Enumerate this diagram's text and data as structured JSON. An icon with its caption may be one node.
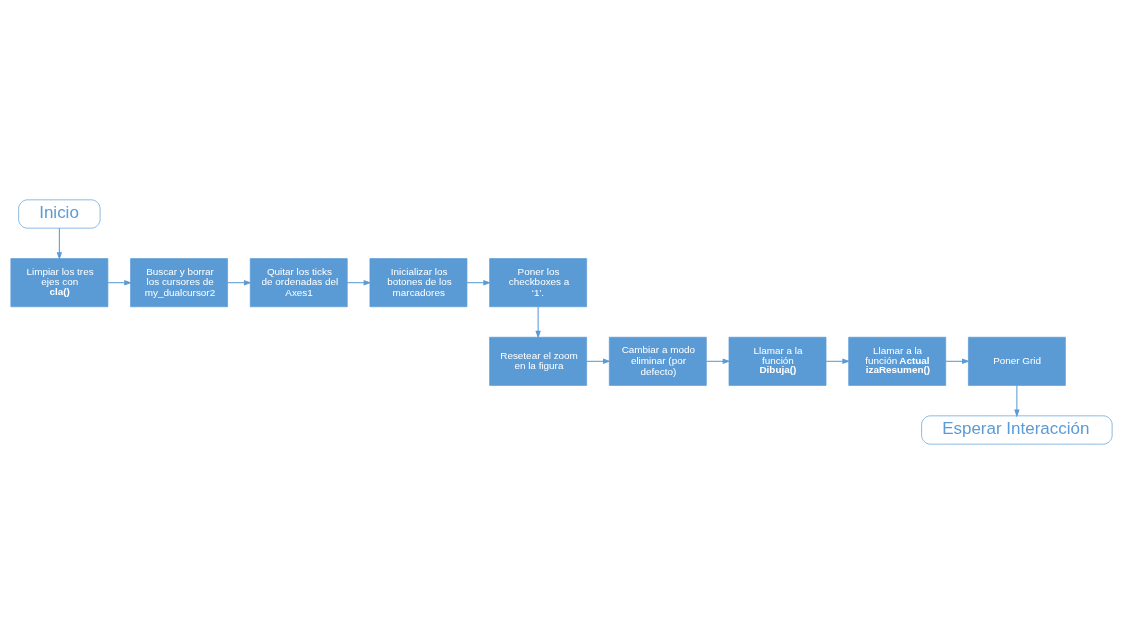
{
  "diagram": {
    "nodes": [
      {
        "text": [
          "Inicio"
        ]
      },
      {
        "text": [
          "Limpiar los tres ejes con **cla()**"
        ]
      },
      {
        "text": [
          "Buscar y borrar los cursores de my_dualcursor2"
        ]
      },
      {
        "text": [
          "Quitar los ticks de ordenadas del Axes1"
        ]
      },
      {
        "text": [
          "Inicializar los botones de los marcadores"
        ]
      },
      {
        "text": [
          "Poner los checkboxes a ‘1'."
        ]
      },
      {
        "text": [
          "Resetear el zoom en la figura"
        ]
      },
      {
        "text": [
          "Cambiar a modo eliminar (por defecto)"
        ]
      },
      {
        "text": [
          "Llamar a la función **Dibuja()**"
        ]
      },
      {
        "text": [
          "Llamar a la función **ActualizaResumen()**"
        ]
      },
      {
        "text": [
          "Poner Grid"
        ]
      },
      {
        "text": [
          "Esperar Interacción"
        ]
      }
    ],
    "edges": [
      {
        "from": 0,
        "to": 1,
        "arrow": "to"
      },
      {
        "from": 1,
        "to": 2,
        "arrow": "to"
      },
      {
        "from": 2,
        "to": 3,
        "arrow": "to"
      },
      {
        "from": 3,
        "to": 4,
        "arrow": "to"
      },
      {
        "from": 4,
        "to": 5,
        "arrow": "to"
      },
      {
        "from": 5,
        "to": 6,
        "arrow": "to"
      },
      {
        "from": 6,
        "to": 7,
        "arrow": "to"
      },
      {
        "from": 7,
        "to": 8,
        "arrow": "to"
      },
      {
        "from": 8,
        "to": 9,
        "arrow": "to"
      },
      {
        "from": 9,
        "to": 10,
        "arrow": "to"
      },
      {
        "from": 10,
        "to": 11,
        "arrow": "to"
      }
    ]
  }
}
